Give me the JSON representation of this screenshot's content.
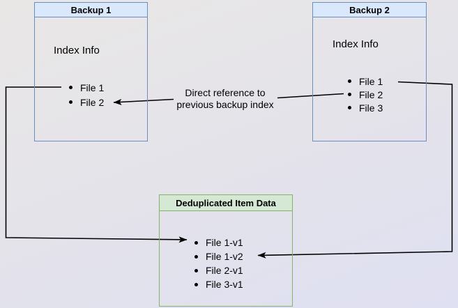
{
  "diagram": {
    "backup1": {
      "title": "Backup 1",
      "label": "Index Info",
      "items": [
        "File 1",
        "File 2"
      ]
    },
    "backup2": {
      "title": "Backup 2",
      "label": "Index Info",
      "items": [
        "File 1",
        "File 2",
        "File 3"
      ]
    },
    "dedup": {
      "title": "Deduplicated Item Data",
      "items": [
        "File 1-v1",
        "File 1-v2",
        "File 2-v1",
        "File 3-v1"
      ]
    },
    "annotation": {
      "line1": "Direct reference to",
      "line2": "previous backup index"
    },
    "colors": {
      "blue_border": "#6c8ebf",
      "blue_header_fill": "#dae8fc",
      "green_border": "#82b366",
      "green_header_fill": "#d5e8d4",
      "connector": "#000000"
    }
  }
}
